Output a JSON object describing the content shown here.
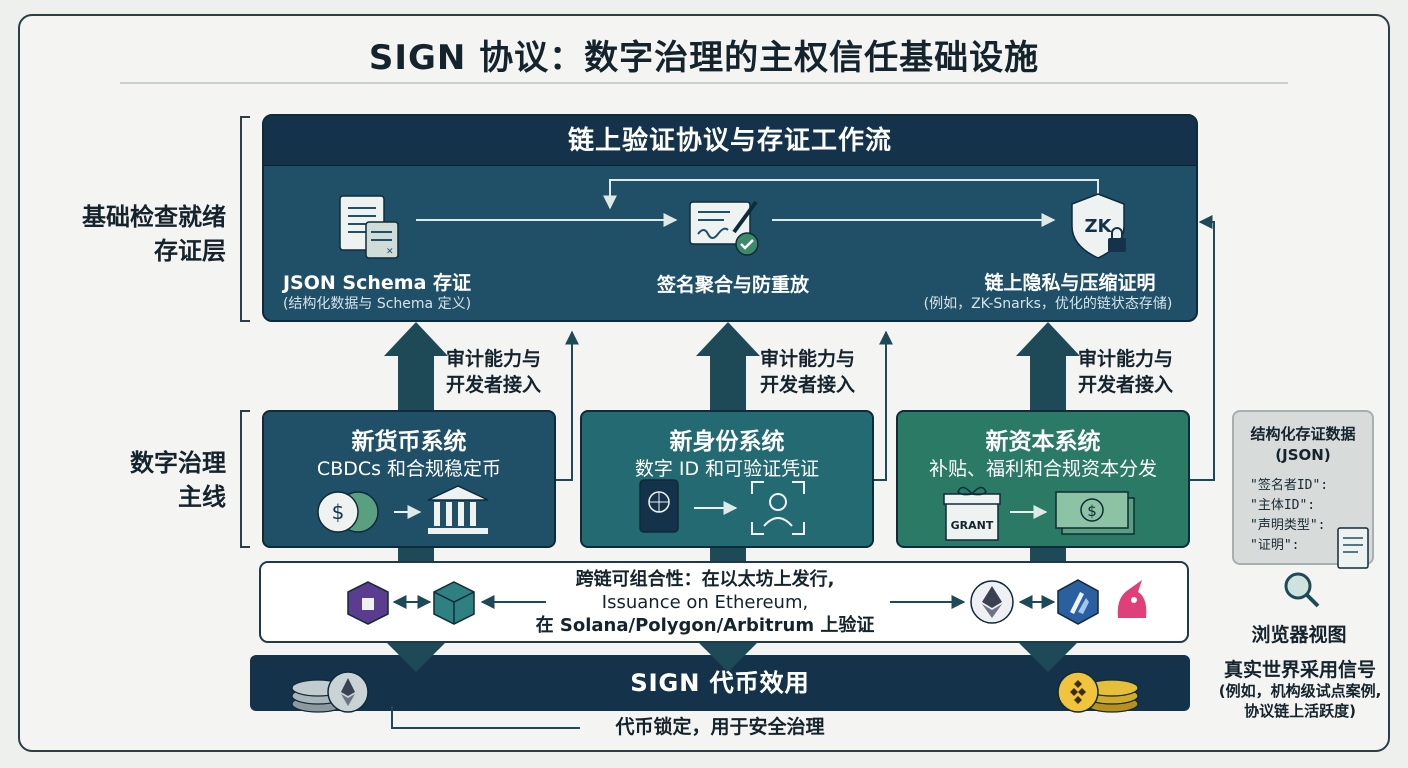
{
  "title": "SIGN 协议：数字治理的主权信任基础设施",
  "side_labels": {
    "attestation_layer": [
      "基础检查就绪",
      "存证层"
    ],
    "governance_mainline": [
      "数字治理",
      "主线"
    ]
  },
  "workflow": {
    "header": "链上验证协议与存证工作流",
    "steps": [
      {
        "title": "JSON Schema 存证",
        "subtitle": "(结构化数据与 Schema 定义)",
        "icon": "document-schema-icon"
      },
      {
        "title": "签名聚合与防重放",
        "subtitle": "",
        "icon": "signature-check-icon"
      },
      {
        "title": "链上隐私与压缩证明",
        "subtitle": "(例如，ZK-Snarks，优化的链状态存储)",
        "icon": "zk-shield-lock-icon",
        "badge": "ZK"
      }
    ]
  },
  "audit_label": [
    "审计能力与",
    "开发者接入"
  ],
  "systems": [
    {
      "title": "新货币系统",
      "subtitle": "CBDCs 和合规稳定币",
      "icons": [
        "coins-icon",
        "bank-icon"
      ],
      "color": "#1f5068"
    },
    {
      "title": "新身份系统",
      "subtitle": "数字 ID 和可验证凭证",
      "icons": [
        "passport-icon",
        "face-scan-icon"
      ],
      "color": "#236a72"
    },
    {
      "title": "新资本系统",
      "subtitle": "补贴、福利和合规资本分发",
      "icons": [
        "grant-gift-icon",
        "cash-icon"
      ],
      "color": "#2a7a66",
      "grant_text": "GRANT"
    }
  ],
  "cross_chain": {
    "line1": "跨链可组合性：在以太坊上发行,",
    "line2": "Issuance on Ethereum,",
    "line3": "在 Solana/Polygon/Arbitrum 上验证",
    "chain_icons": [
      "polygon-cube-icon",
      "cube-icon",
      "ethereum-icon",
      "arbitrum-icon",
      "unicorn-icon"
    ]
  },
  "token": {
    "bar_label": "SIGN 代币效用",
    "lock_label": "代币锁定，用于安全治理"
  },
  "json_card": {
    "title": [
      "结构化存证数据",
      "(JSON)"
    ],
    "fields": [
      "\"签名者ID\":",
      "\"主体ID\":",
      "\"声明类型\":",
      "\"证明\":"
    ]
  },
  "browser_view": "浏览器视图",
  "adoption": {
    "title": "真实世界采用信号",
    "lines": [
      "(例如，机构级试点案例,",
      "协议链上活跃度)"
    ]
  },
  "colors": {
    "navy": "#14324a",
    "panel_blue": "#1f5068",
    "teal": "#236a72",
    "green": "#2a7a66",
    "arrow": "#1e4a58"
  }
}
